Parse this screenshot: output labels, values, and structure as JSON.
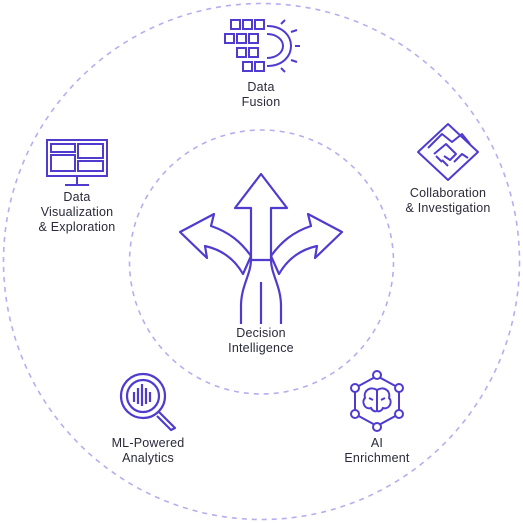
{
  "colors": {
    "accent": "#4f3ccf",
    "ring": "#b8adee",
    "text": "#2a2a3a"
  },
  "center": {
    "icon": "split-arrows-icon",
    "label_line1": "Decision",
    "label_line2": "Intelligence"
  },
  "nodes": {
    "data_fusion": {
      "icon": "data-gear-icon",
      "label_line1": "Data",
      "label_line2": "Fusion"
    },
    "collaboration": {
      "icon": "handshake-icon",
      "label_line1": "Collaboration",
      "label_line2": "& Investigation"
    },
    "visualization": {
      "icon": "monitor-dashboard-icon",
      "label_line1": "Data",
      "label_line2": "Visualization",
      "label_line3": "& Exploration"
    },
    "ml_analytics": {
      "icon": "magnifier-chart-icon",
      "label_line1": "ML-Powered",
      "label_line2": "Analytics"
    },
    "ai_enrichment": {
      "icon": "brain-network-icon",
      "label_line1": "AI",
      "label_line2": "Enrichment"
    }
  }
}
